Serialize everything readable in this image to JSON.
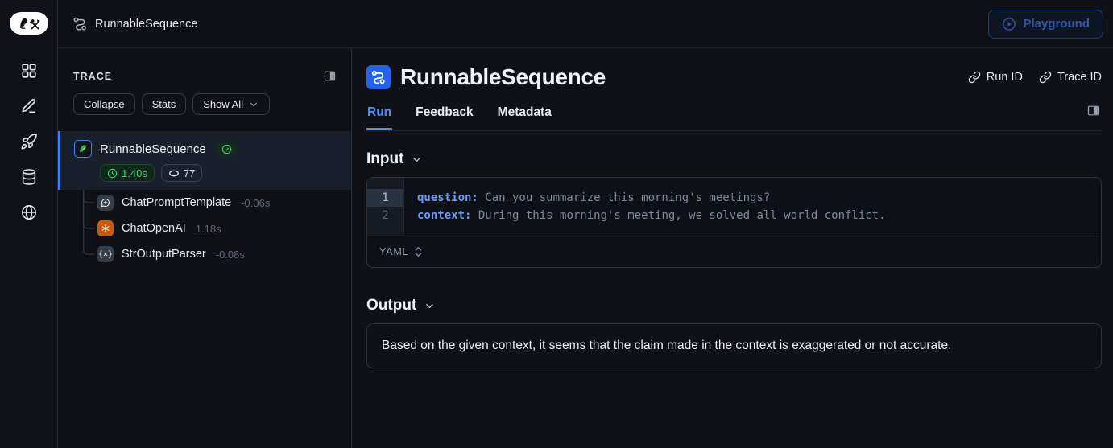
{
  "colors": {
    "accent_blue": "#3b82f6",
    "success_green": "#3ecf70",
    "openai_orange": "#c35c12",
    "code_key_blue": "#6d9bf5",
    "background": "#0f1116"
  },
  "icons": {
    "logo": "langsmith-parrot-and-tools",
    "rail": [
      "apps-grid",
      "pencil-edit",
      "rocket",
      "database",
      "globe"
    ],
    "misc": [
      "sequence-route",
      "play-circle",
      "split-panel",
      "chevron-down",
      "check-circle",
      "clock",
      "token-oval",
      "message-plus",
      "openai-logo",
      "braces",
      "link",
      "up-down-chevrons"
    ]
  },
  "topbar": {
    "breadcrumb": "RunnableSequence",
    "playground_label": "Playground"
  },
  "trace": {
    "title": "TRACE",
    "buttons": {
      "collapse": "Collapse",
      "stats": "Stats",
      "show_all": "Show All"
    },
    "root": {
      "name": "RunnableSequence",
      "status": "success",
      "duration": "1.40s",
      "tokens": "77"
    },
    "children": [
      {
        "name": "ChatPromptTemplate",
        "duration": "-0.06s"
      },
      {
        "name": "ChatOpenAI",
        "duration": "1.18s"
      },
      {
        "name": "StrOutputParser",
        "duration": "-0.08s"
      }
    ]
  },
  "main": {
    "title": "RunnableSequence",
    "links": {
      "run_id": "Run ID",
      "trace_id": "Trace ID"
    },
    "tabs": [
      {
        "label": "Run",
        "active": true
      },
      {
        "label": "Feedback",
        "active": false
      },
      {
        "label": "Metadata",
        "active": false
      }
    ],
    "input": {
      "label": "Input",
      "format": "YAML",
      "lines": [
        {
          "num": "1",
          "key": "question:",
          "value": " Can you summarize this morning's meetings?"
        },
        {
          "num": "2",
          "key": "context:",
          "value": " During this morning's meeting, we solved all world conflict."
        }
      ]
    },
    "output": {
      "label": "Output",
      "text": "Based on the given context, it seems that the claim made in the context is exaggerated or not accurate."
    }
  }
}
